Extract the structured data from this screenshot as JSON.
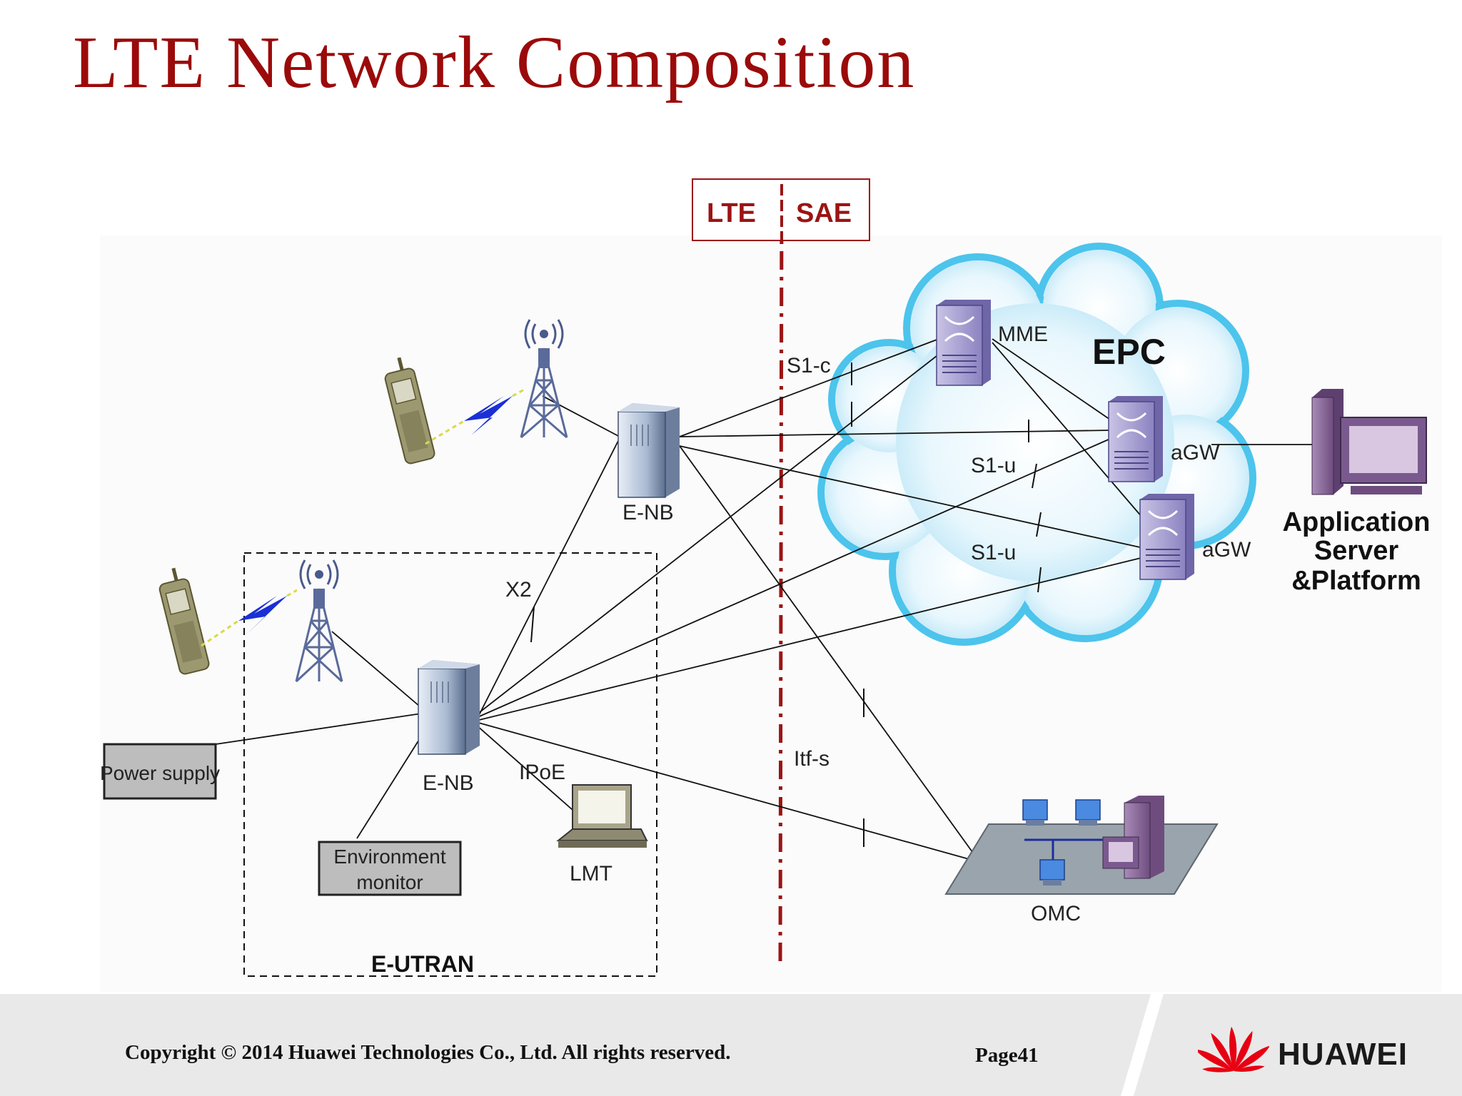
{
  "slide": {
    "title": "LTE Network Composition"
  },
  "diagram": {
    "boundary": {
      "left_label": "LTE",
      "right_label": "SAE"
    },
    "core": {
      "label": "EPC",
      "mme": "MME",
      "agw_top": "aGW",
      "agw_bottom": "aGW"
    },
    "interfaces": {
      "s1c": "S1-c",
      "s1u_top": "S1-u",
      "s1u_bottom": "S1-u",
      "x2": "X2",
      "ipoe": "IPoE",
      "itfs": "Itf-s"
    },
    "nodes": {
      "enb_top": "E-NB",
      "enb_bottom": "E-NB",
      "power_supply": "Power supply",
      "env_monitor_line1": "Environment",
      "env_monitor_line2": "monitor",
      "lmt": "LMT",
      "omc": "OMC",
      "eutran": "E-UTRAN",
      "app_server_line1": "Application",
      "app_server_line2": "Server",
      "app_server_line3": "&Platform"
    }
  },
  "footer": {
    "copyright": "Copyright © 2014 Huawei Technologies Co., Ltd. All rights reserved.",
    "page": "Page41",
    "brand": "HUAWEI"
  },
  "colors": {
    "title": "#9b0a0a",
    "divider": "#9b1414",
    "cloud": "#5cc8ec",
    "logo_red": "#e60012"
  },
  "icons": [
    "mobile-phone-icon",
    "lightning-icon",
    "antenna-tower-icon",
    "enodeb-cabinet-icon",
    "router-icon",
    "server-computer-icon",
    "laptop-icon",
    "network-platform-icon",
    "huawei-flower-icon"
  ]
}
